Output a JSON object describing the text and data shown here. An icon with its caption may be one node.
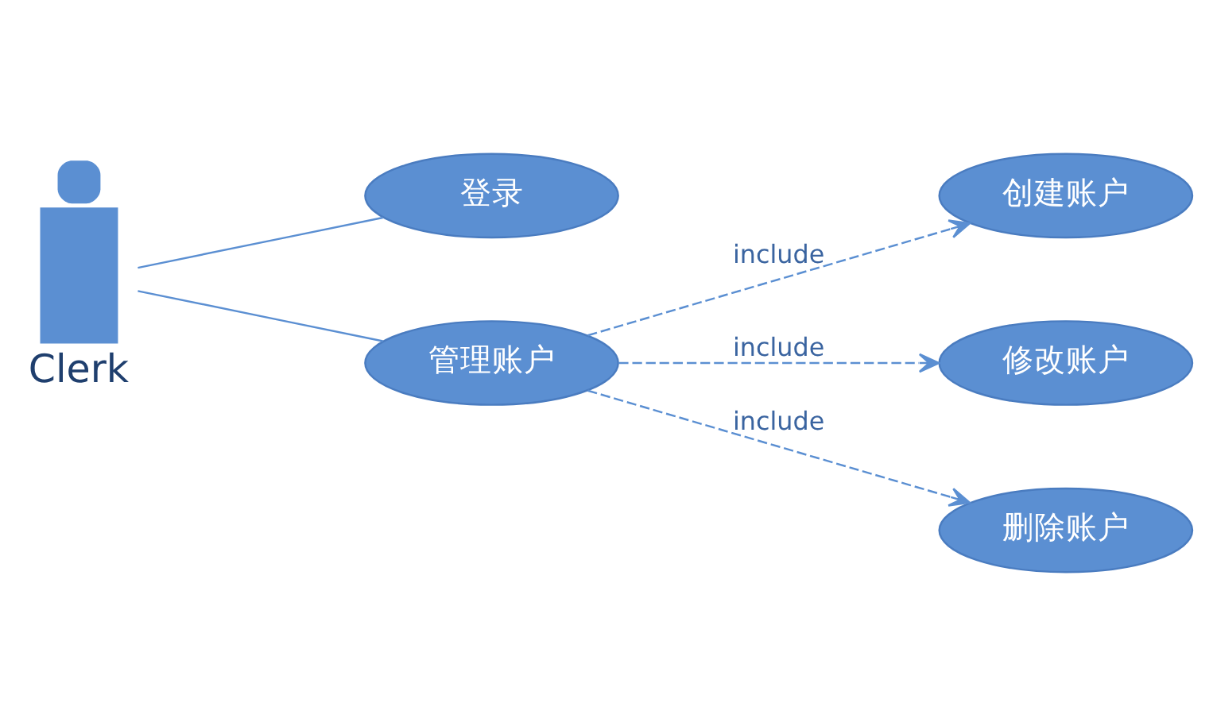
{
  "diagram": {
    "nodes": [
      {
        "text": [
          "Clerk"
        ]
      },
      {
        "text": [
          "登录"
        ]
      },
      {
        "text": [
          "管理账户"
        ]
      },
      {
        "text": [
          "创建账户"
        ]
      },
      {
        "text": [
          "修改账户"
        ]
      },
      {
        "text": [
          "删除账户"
        ]
      }
    ],
    "edges": [
      {
        "from": 0,
        "to": 1,
        "arrow": "none"
      },
      {
        "from": 0,
        "to": 2,
        "arrow": "none"
      },
      {
        "from": 2,
        "to": 3,
        "arrow": "to",
        "style": "dashed",
        "label": "include"
      },
      {
        "from": 2,
        "to": 4,
        "arrow": "to",
        "style": "dashed",
        "label": "include"
      },
      {
        "from": 2,
        "to": 5,
        "arrow": "to",
        "style": "dashed",
        "label": "include"
      }
    ]
  }
}
